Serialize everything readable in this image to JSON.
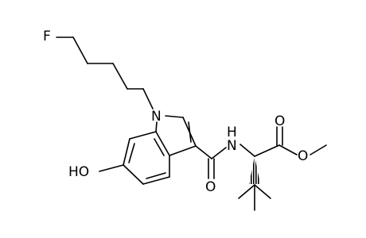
{
  "molecule": {
    "atoms": {
      "fluorine": "F",
      "nitrogen_ring": "N",
      "nitrogen_amide": "N",
      "hydrogen_amide": "H",
      "oxygen_carbonyl_amide": "O",
      "oxygen_carbonyl_ester": "O",
      "oxygen_ester": "O",
      "hydroxy": "HO"
    }
  }
}
